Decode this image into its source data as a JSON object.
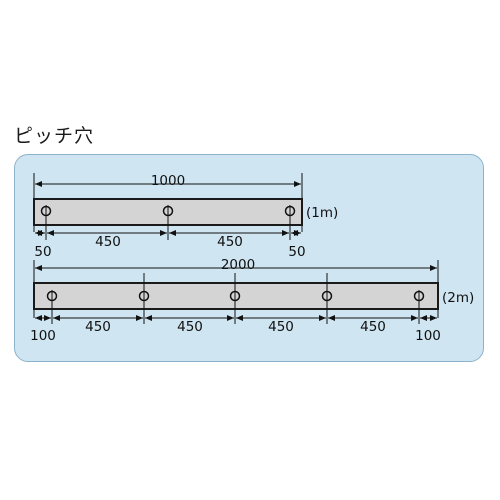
{
  "title": "ピッチ穴",
  "bar_1m": {
    "total": "1000",
    "label": "(1m)",
    "segments": [
      "50",
      "450",
      "450",
      "50"
    ]
  },
  "bar_2m": {
    "total": "2000",
    "label": "(2m)",
    "segments": [
      "100",
      "450",
      "450",
      "450",
      "450",
      "100"
    ]
  },
  "colors": {
    "panel": "#cfe5f2",
    "bar_fill": "#d4d4d4",
    "bar_stroke": "#1a1a1a"
  }
}
